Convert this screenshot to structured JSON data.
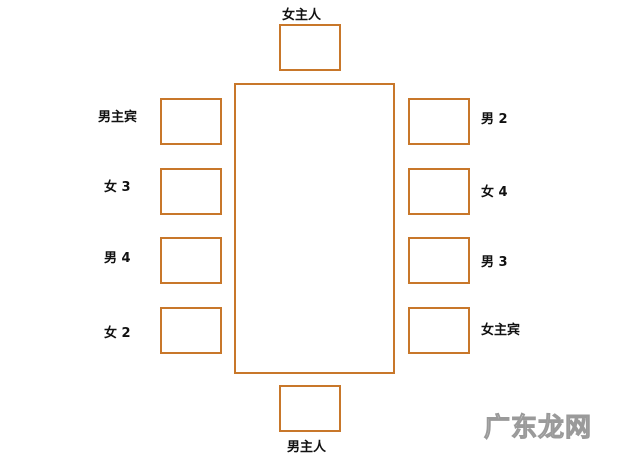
{
  "seats": {
    "top": "女主人",
    "bottom": "男主人",
    "left": [
      "男主宾",
      "女 3",
      "男 4",
      "女 2"
    ],
    "right": [
      "男 2",
      "女 4",
      "男 3",
      "女主宾"
    ]
  },
  "watermark": "广东龙网",
  "colors": {
    "outline": "#c8772a"
  }
}
